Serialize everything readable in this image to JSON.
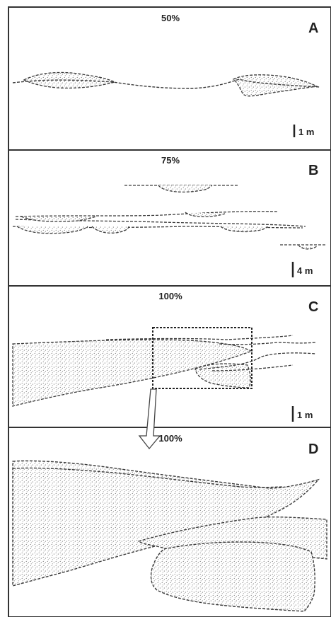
{
  "figure": {
    "panels": [
      {
        "id": "A",
        "letter": "A",
        "percent": "50%",
        "scale_label": "1 m"
      },
      {
        "id": "B",
        "letter": "B",
        "percent": "75%",
        "scale_label": "4 m"
      },
      {
        "id": "C",
        "letter": "C",
        "percent": "100%",
        "scale_label": "1 m"
      },
      {
        "id": "D",
        "letter": "D",
        "percent": "100%",
        "scale_label": ""
      }
    ]
  },
  "colors": {
    "panel_border": "#333333",
    "line": "#3a3a3a",
    "stipple_dot": "#555555",
    "background": "#ffffff"
  }
}
